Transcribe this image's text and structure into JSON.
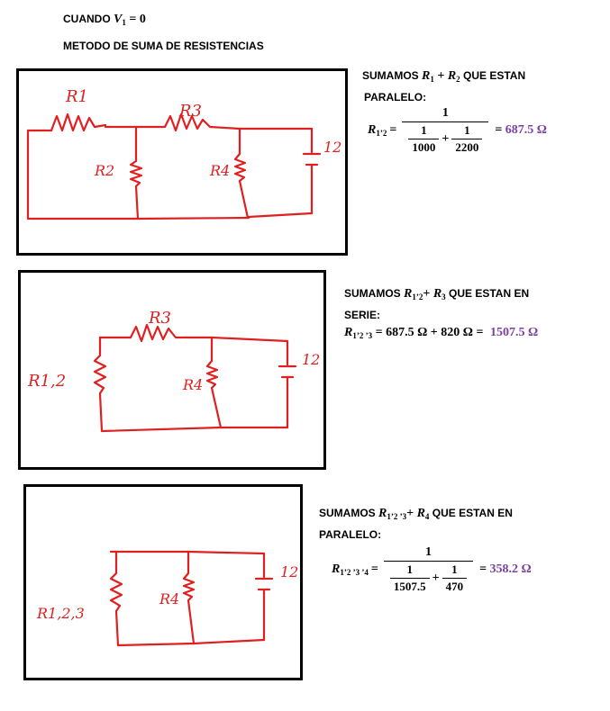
{
  "header": {
    "title_prefix": "CUANDO ",
    "title_var": "V",
    "title_sub": "1",
    "title_suffix": " = 0",
    "method": "METODO DE SUMA DE RESISTENCIAS"
  },
  "step1": {
    "line1_prefix": "SUMAMOS ",
    "r1": "R",
    "r1_sub": "1",
    "plus": " + ",
    "r2": "R",
    "r2_sub": "2",
    "line1_suffix": " QUE ESTAN",
    "line2": "PARALELO:",
    "eq_label": "R",
    "eq_label_sub": "1’2",
    "eq_equals": "=",
    "num": "1",
    "a_num": "1",
    "a_den": "1000",
    "b_num": "1",
    "b_den": "2200",
    "result": "= 687.5 Ω",
    "circuit_labels": {
      "r1": "R1",
      "r2": "R2",
      "r3": "R3",
      "r4": "R4",
      "source": "12"
    }
  },
  "step2": {
    "line1_prefix": "SUMAMOS ",
    "ra": "R",
    "ra_sub": "1’2",
    "plus": "+ ",
    "rb": "R",
    "rb_sub": "3",
    "line1_suffix": " QUE ESTAN EN",
    "line2": "SERIE:",
    "eq_label": "R",
    "eq_label_sub": "1’2 ’3",
    "eq_body": " = 687.5 Ω + 820 Ω = ",
    "result": "1507.5 Ω",
    "circuit_labels": {
      "r12": "R1,2",
      "r3": "R3",
      "r4": "R4",
      "source": "12"
    }
  },
  "step3": {
    "line1_prefix": "SUMAMOS ",
    "ra": "R",
    "ra_sub": "1’2 ’3",
    "plus": "+ ",
    "rb": "R",
    "rb_sub": "4",
    "line1_suffix": " QUE ESTAN EN",
    "line2": "PARALELO:",
    "eq_label": "R",
    "eq_label_sub": "1’2 ’3 ’4",
    "eq_equals": "=",
    "num": "1",
    "a_num": "1",
    "a_den": "1507.5",
    "b_num": "1",
    "b_den": "470",
    "result": "= 358.2 Ω",
    "circuit_labels": {
      "r123": "R1,2,3",
      "r4": "R4",
      "source": "12"
    }
  },
  "colors": {
    "ink": "#000000",
    "hand": "#e02020",
    "result": "#7b3fa0"
  }
}
